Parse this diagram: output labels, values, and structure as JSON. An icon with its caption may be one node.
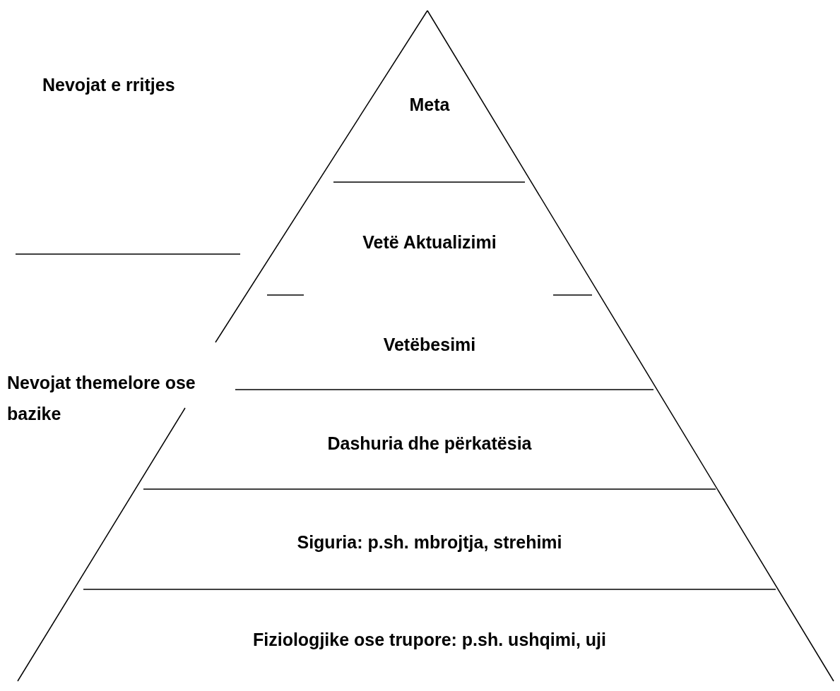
{
  "diagram": {
    "nodes": [
      {
        "text": [
          "Meta"
        ]
      },
      {
        "text": [
          "Vetë Aktualizimi"
        ]
      },
      {
        "text": [
          "Vetëbesimi"
        ]
      },
      {
        "text": [
          "Dashuria dhe përkatësia"
        ]
      },
      {
        "text": [
          "Siguria: p.sh. mbrojtja, strehimi"
        ]
      },
      {
        "text": [
          "Fiziologjike ose trupore: p.sh. ushqimi, uji"
        ]
      }
    ],
    "labels": [
      "Nevojat e rritjes",
      "Nevojat themelore ose bazike"
    ]
  }
}
